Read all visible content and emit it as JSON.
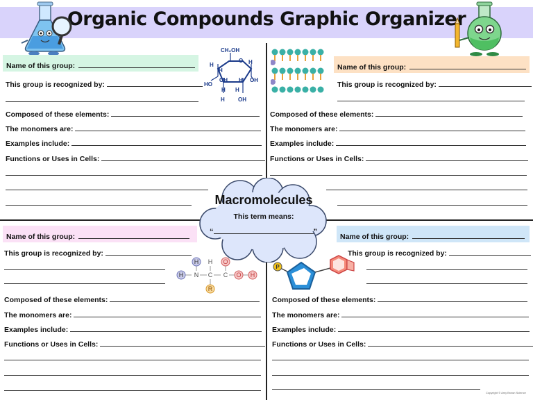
{
  "title": "Organic Compounds Graphic Organizer",
  "colors": {
    "header_bg": "#d9d3fb",
    "q1_name_bg": "#d5f5e3",
    "q2_name_bg": "#fde1c4",
    "q3_name_bg": "#fbe1f6",
    "q4_name_bg": "#cfe6f8",
    "cloud_fill": "#dde6fb"
  },
  "labels": {
    "name": "Name of this group:",
    "recognized": "This group is recognized by:",
    "composed": "Composed of these elements:",
    "monomers": "The monomers are:",
    "examples": "Examples include:",
    "functions": "Functions or Uses in Cells:"
  },
  "center": {
    "title": "Macromolecules",
    "subtitle": "This term means:",
    "open_quote": "“",
    "close_quote": "”"
  },
  "glucose": {
    "ch2oh": "CH₂OH",
    "h": "H",
    "o": "O",
    "oh": "OH",
    "ho": "HO"
  },
  "amino_acid": {
    "h": "H",
    "n": "N",
    "c": "C",
    "o": "O",
    "r": "R"
  },
  "nucleotide": {
    "p": "P"
  },
  "copyright": "Copyright © Amy Brown Science"
}
